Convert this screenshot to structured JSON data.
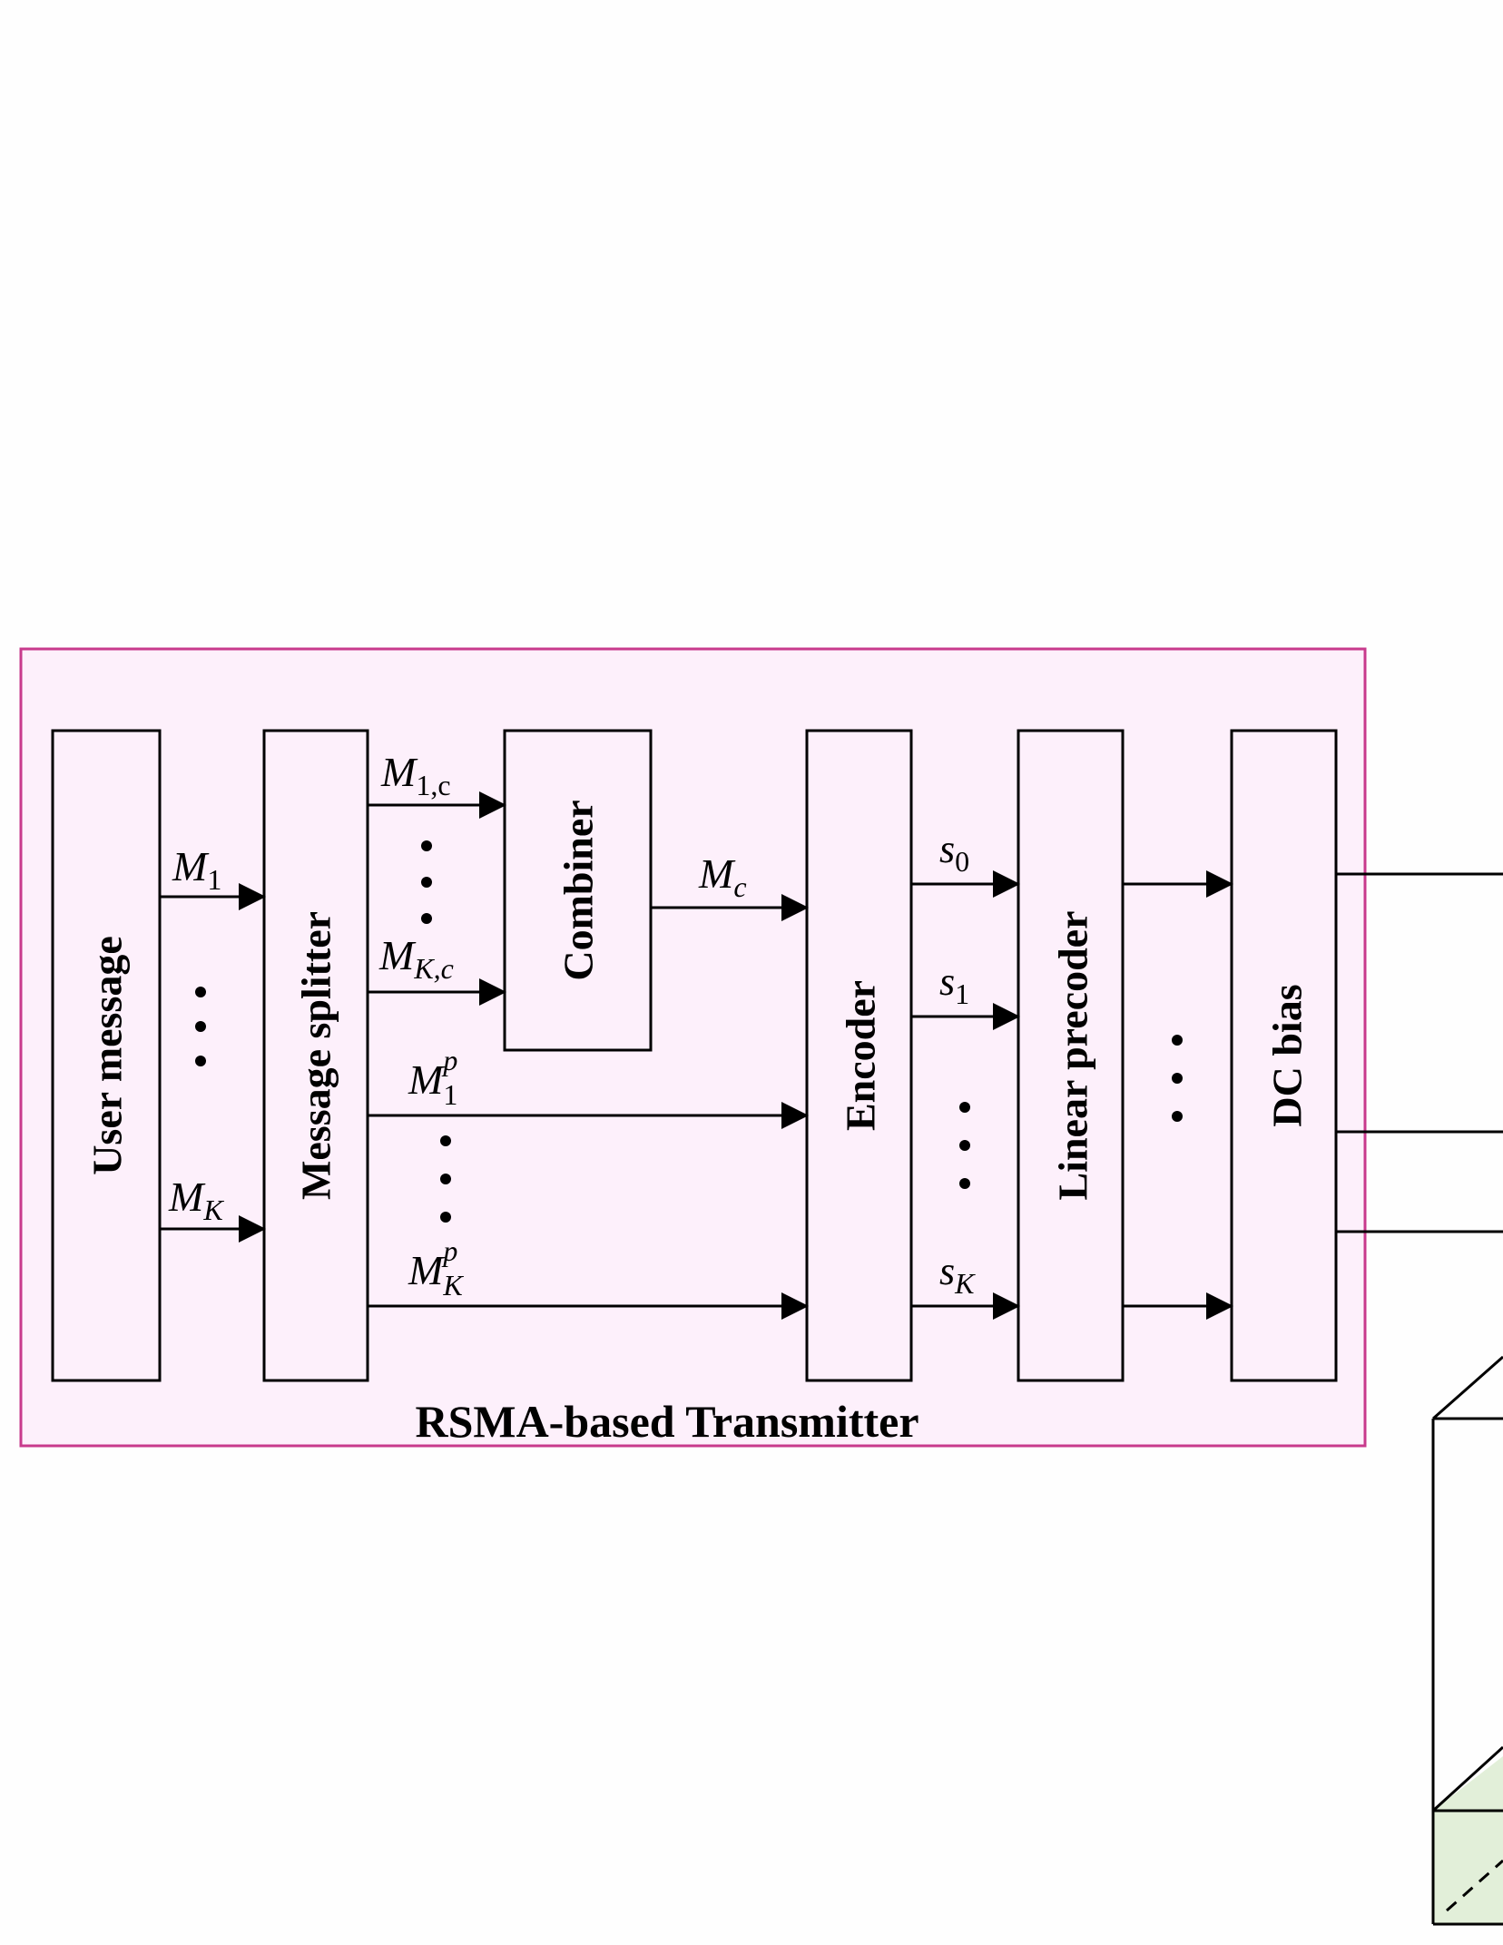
{
  "container": {
    "title": "RSMA-based Transmitter",
    "fill": "#fdf0fb",
    "border": "#c83a8c"
  },
  "blocks": {
    "user_message": "User message",
    "message_splitter": "Message splitter",
    "combiner": "Combiner",
    "encoder": "Encoder",
    "linear_precoder": "Linear precoder",
    "dc_bias": "DC bias"
  },
  "signals": {
    "m1": {
      "base": "M",
      "sub": "1",
      "sup": ""
    },
    "mk": {
      "base": "M",
      "sub": "K",
      "sup": ""
    },
    "m1c": {
      "base": "M",
      "sub": "1,c",
      "sup": ""
    },
    "mkc": {
      "base": "M",
      "sub": "K,c",
      "sup": ""
    },
    "mc": {
      "base": "M",
      "sub": "c",
      "sup": ""
    },
    "m1p": {
      "base": "M",
      "sub": "1",
      "sup": "p"
    },
    "mkp": {
      "base": "M",
      "sub": "K",
      "sup": "p"
    },
    "s0": {
      "base": "s",
      "sub": "0",
      "sup": ""
    },
    "s1": {
      "base": "s",
      "sub": "1",
      "sup": ""
    },
    "sk": {
      "base": "s",
      "sub": "K",
      "sup": ""
    }
  },
  "colors": {
    "block_fill": "#fdf0fb",
    "stroke": "#000000",
    "box_fill": "#e2efd9"
  }
}
